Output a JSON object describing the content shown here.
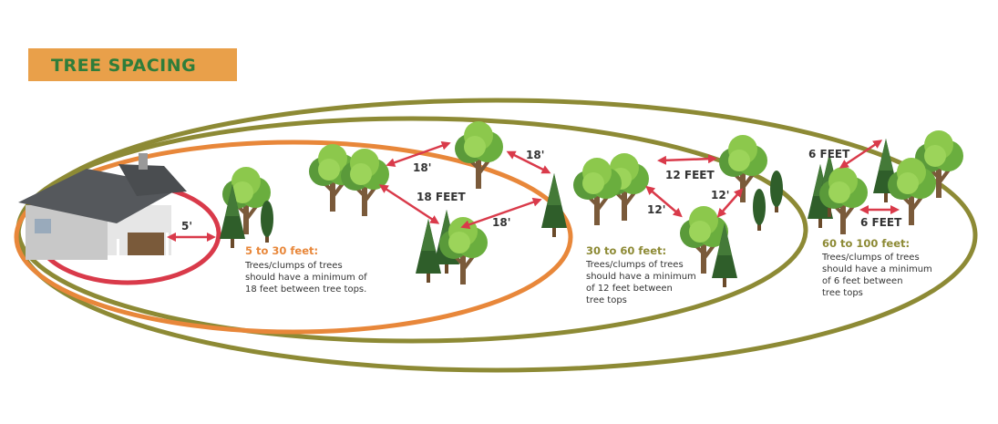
{
  "title": "TREE SPACING",
  "colors": {
    "title_bg": "#e9a04a",
    "title_text": "#2f7d3a",
    "inner_ring": "#d93a4a",
    "orange_ring": "#e8873a",
    "olive_ring": "#8d8a35",
    "arrow": "#d93a4a"
  },
  "distances": {
    "house": "5'",
    "z1_a": "18'",
    "z1_b": "18'",
    "z1_c": "18 FEET",
    "z1_d": "18'",
    "z2_a": "12 FEET",
    "z2_b": "12'",
    "z2_c": "12'",
    "z3_a": "6 FEET",
    "z3_b": "6 FEET"
  },
  "zones": [
    {
      "heading": "5 to 30 feet:",
      "lines": [
        "Trees/clumps of trees",
        "should have a minimum of",
        "18 feet between tree tops."
      ]
    },
    {
      "heading": "30 to 60 feet:",
      "lines": [
        "Trees/clumps of trees",
        "should have a minimum",
        "of 12 feet between",
        "tree tops"
      ]
    },
    {
      "heading": "60 to 100 feet:",
      "lines": [
        "Trees/clumps of trees",
        "should have a minimum",
        "of 6 feet between",
        "tree tops"
      ]
    }
  ]
}
